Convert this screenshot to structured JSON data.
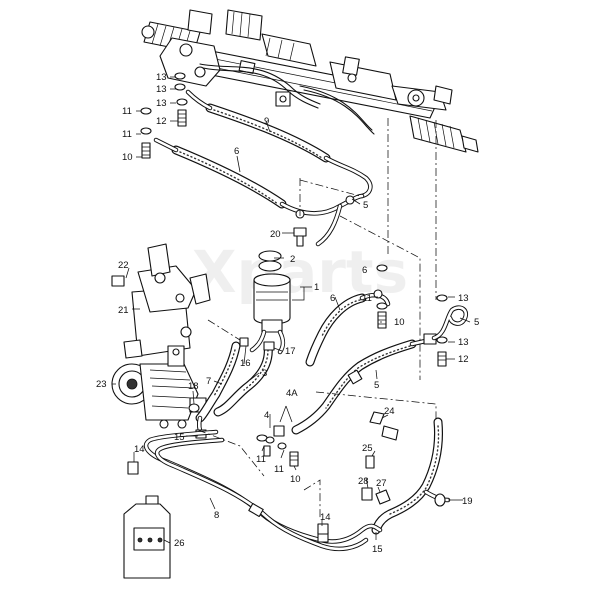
{
  "diagram": {
    "watermark": "Xparts",
    "callouts": {
      "c1": "1",
      "c2": "2",
      "c3": "3",
      "c4": "4",
      "c4a": "4A",
      "c5a": "5",
      "c5b": "5",
      "c5c": "5",
      "c6a": "6",
      "c6b": "6",
      "c6c": "6",
      "c7": "7",
      "c8": "8",
      "c9": "9",
      "c10a": "10",
      "c10b": "10",
      "c10c": "10",
      "c11a": "11",
      "c11b": "11",
      "c11c": "11",
      "c11d": "11",
      "c12a": "12",
      "c12b": "12",
      "c13a": "13",
      "c13b": "13",
      "c13c": "13",
      "c13d": "13",
      "c13e": "13",
      "c14a": "14",
      "c14b": "14",
      "c15a": "15",
      "c15b": "15",
      "c16": "16",
      "c17": "17",
      "c18": "18",
      "c19": "19",
      "c20": "20",
      "c21": "21",
      "c22": "22",
      "c23": "23",
      "c24": "24",
      "c25": "25",
      "c26": "26",
      "c27": "27",
      "c28": "28"
    }
  }
}
